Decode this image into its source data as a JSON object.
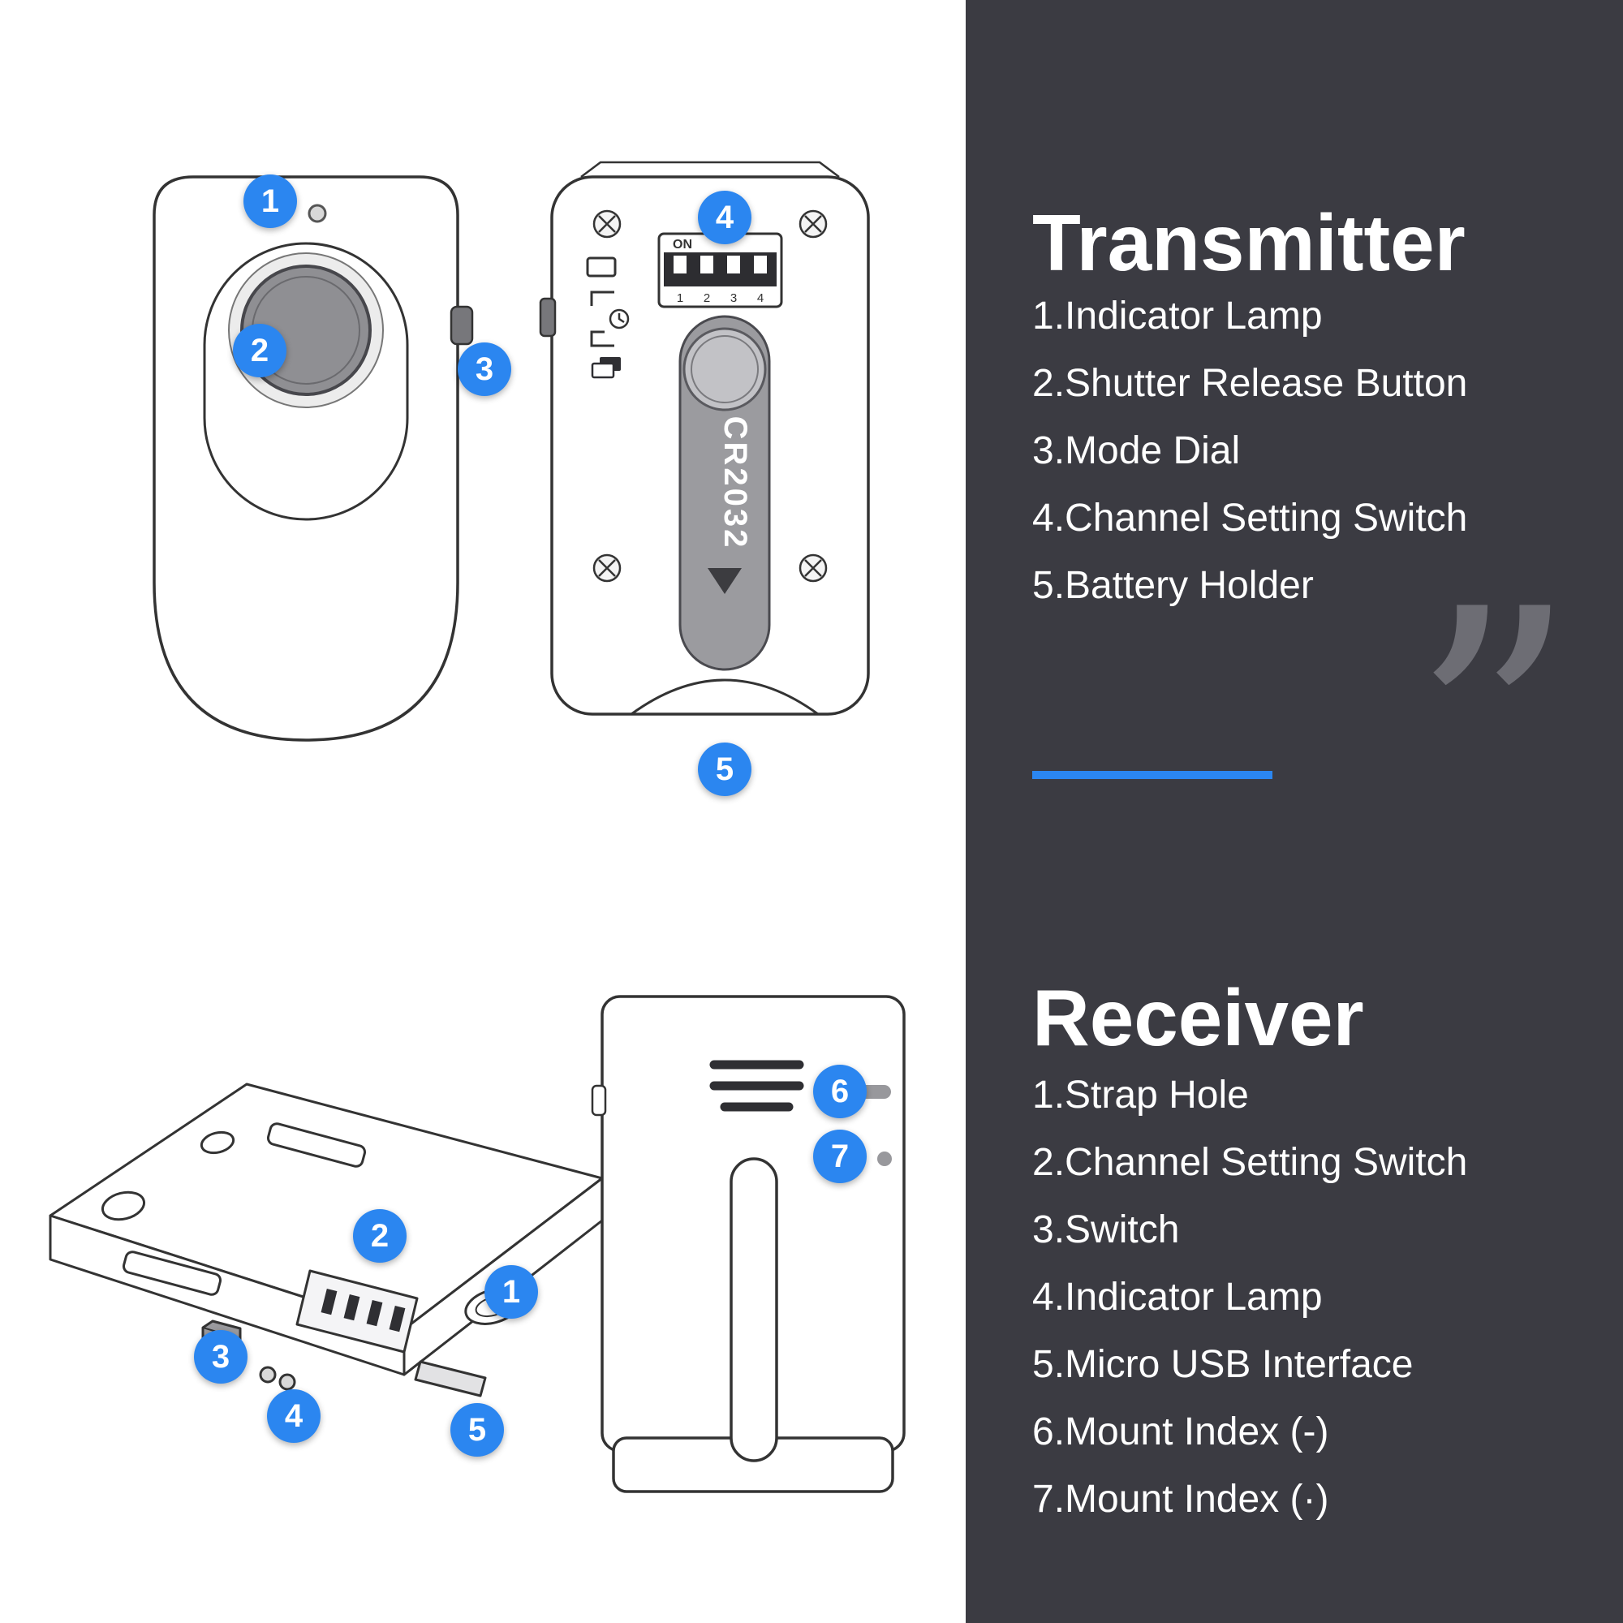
{
  "colors": {
    "accent_blue": "#2B86F0",
    "panel_bg": "#3B3B42",
    "quote_gray": "#6D6D74",
    "line_dark": "#333333"
  },
  "panel": {
    "transmitter": {
      "title": "Transmitter",
      "items": [
        "1.Indicator Lamp",
        "2.Shutter Release Button",
        "3.Mode Dial",
        "4.Channel Setting Switch",
        "5.Battery Holder"
      ]
    },
    "receiver": {
      "title": "Receiver",
      "items": [
        "1.Strap Hole",
        "2.Channel Setting Switch",
        "3.Switch",
        "4.Indicator Lamp",
        "5.Micro USB Interface",
        "6.Mount Index (-)",
        "7.Mount Index (·)"
      ]
    },
    "quote_glyph": "”"
  },
  "diagram": {
    "battery_label": "CR2032",
    "dip_on_label": "ON",
    "dip_numbers": [
      "1",
      "2",
      "3",
      "4"
    ],
    "callouts": {
      "transmitter_front": [
        "1",
        "2",
        "3"
      ],
      "transmitter_back": [
        "4",
        "5"
      ],
      "receiver_top": [
        "2",
        "1",
        "3",
        "4",
        "5"
      ],
      "receiver_back": [
        "6",
        "7"
      ]
    }
  }
}
